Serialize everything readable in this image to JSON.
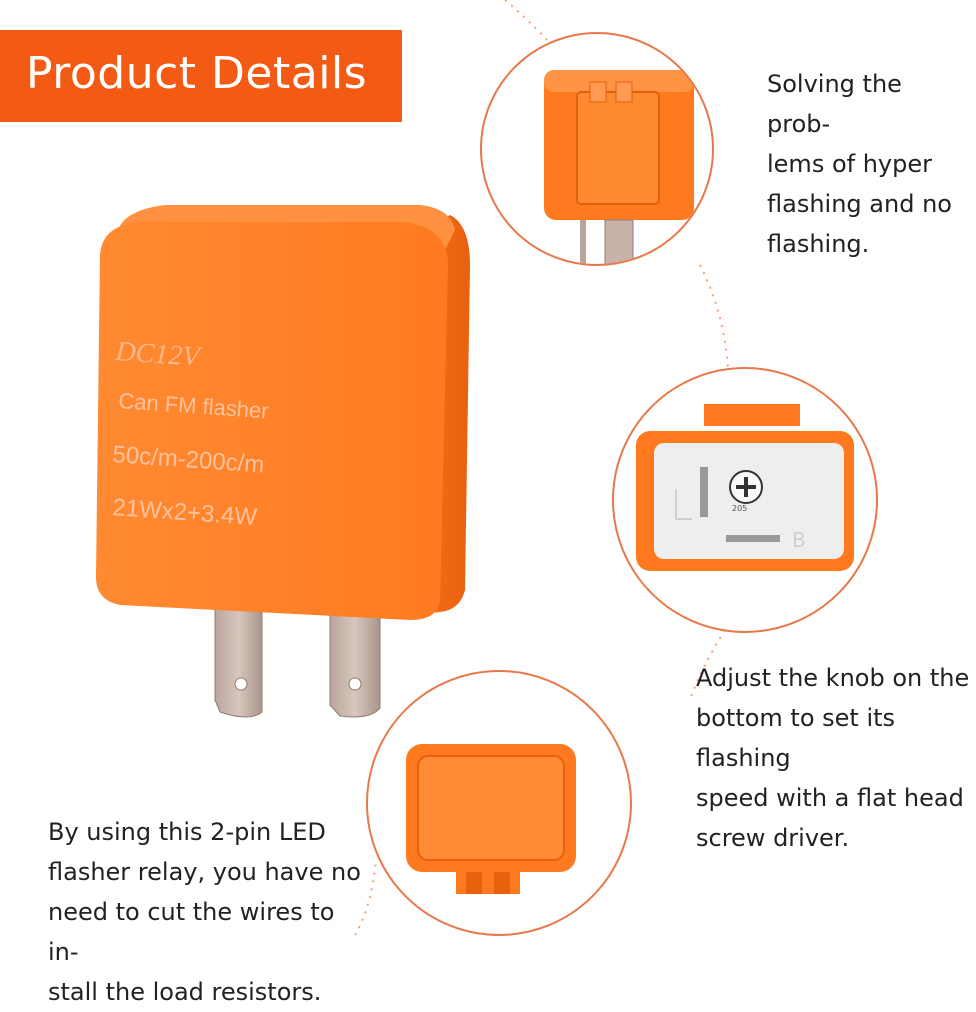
{
  "banner": {
    "title": "Product Details"
  },
  "product_label": {
    "line1": "DC12V",
    "line2": "Can FM flasher",
    "line3": "50c/m-200c/m",
    "line4": "21Wx2+3.4W"
  },
  "bottom_view": {
    "knob_mark": "205",
    "pin_mark": "B"
  },
  "callouts": {
    "top_right": "Solving the prob-\nlems of hyper\nflashing and no\nflashing.",
    "middle_right": "Adjust the knob on the\nbottom to set its flashing\nspeed with a flat head\nscrew driver.",
    "bottom_left": "By using this 2-pin LED\nflasher relay, you have no\nneed to cut the wires to in-\nstall the load resistors."
  },
  "colors": {
    "accent": "#f35a13",
    "relay_orange": "#ff7a1f",
    "circle_border": "#e8784a"
  }
}
